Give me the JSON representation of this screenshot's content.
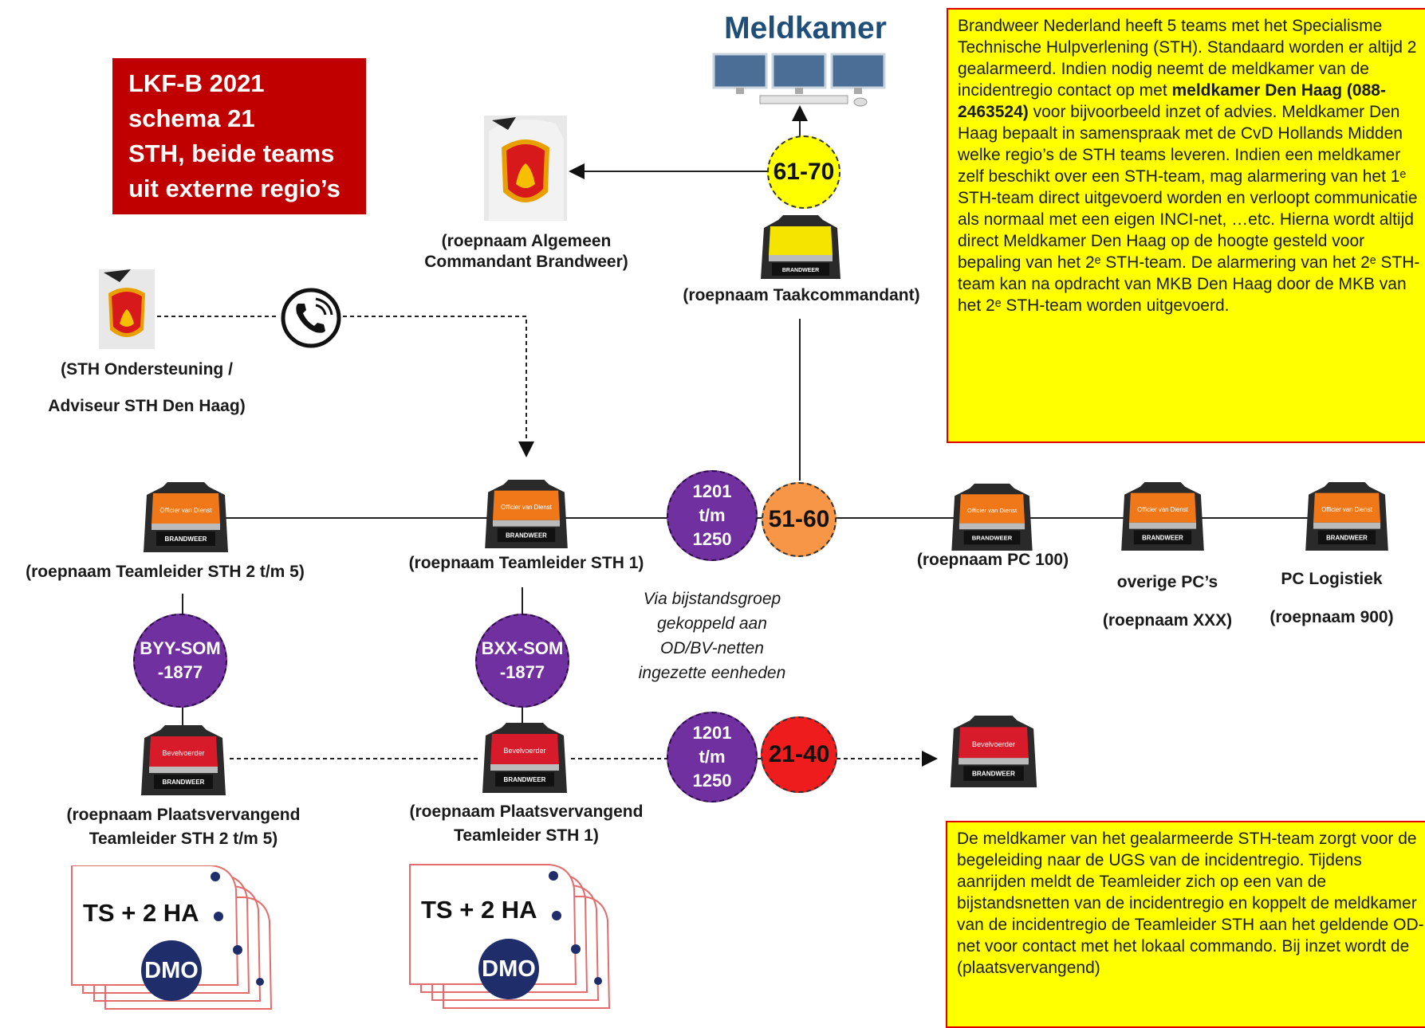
{
  "title_box": {
    "lines": [
      "LKF-B 2021",
      "schema 21",
      "STH, beide teams",
      "uit externe regio’s"
    ]
  },
  "meldkamer": {
    "title": "Meldkamer"
  },
  "nodes": {
    "algemeen_commandant": {
      "label_lines": [
        "(roepnaam Algemeen",
        "Commandant Brandweer)"
      ]
    },
    "sth_ondersteuning": {
      "label_lines": [
        "(STH Ondersteuning /",
        "Adviseur STH Den Haag)"
      ]
    },
    "taakcommandant": {
      "label": "(roepnaam Taakcommandant)"
    },
    "teamleider_2_5": {
      "label": "(roepnaam Teamleider STH 2 t/m 5)"
    },
    "teamleider_1": {
      "label": "(roepnaam Teamleider STH 1)"
    },
    "pc_100": {
      "label": "(roepnaam PC 100)"
    },
    "overige_pc": {
      "label_lines": [
        "overige PC’s",
        "(roepnaam XXX)"
      ]
    },
    "pc_logistiek": {
      "label_lines": [
        "PC Logistiek",
        "(roepnaam 900)"
      ]
    },
    "plv_teamleider_2_5": {
      "label_lines": [
        "(roepnaam Plaatsvervangend",
        "Teamleider STH 2 t/m 5)"
      ]
    },
    "plv_teamleider_1": {
      "label_lines": [
        "(roepnaam Plaatsvervangend",
        "Teamleider STH 1)"
      ]
    }
  },
  "vest_texts": {
    "officier": "Officier van Dienst",
    "brandweer": "BRANDWEER",
    "bevelvoerder": "Bevelvoerder"
  },
  "badges": {
    "b_61_70": "61-70",
    "b_51_60": "51-60",
    "b_21_40": "21-40",
    "b_1201_top": [
      "1201",
      "t/m",
      "1250"
    ],
    "b_1201_bottom": [
      "1201",
      "t/m",
      "1250"
    ],
    "b_byy": [
      "BYY-SOM",
      "-1877"
    ],
    "b_bxx": [
      "BXX-SOM",
      "-1877"
    ]
  },
  "italic_note": [
    "Via bijstandsgroep",
    "gekoppeld aan",
    "OD/BV-netten",
    "ingezette eenheden"
  ],
  "vehicles": {
    "ts_label": "TS + 2 HA",
    "dmo_label": "DMO"
  },
  "note_top": {
    "part1": "Brandweer Nederland heeft 5 teams met het Specialisme Technische Hulpverlening (STH). Standaard worden er altijd 2 gealarmeerd. Indien nodig neemt de meldkamer van de incidentregio contact op met ",
    "bold": "meldkamer Den Haag (088-2463524)",
    "part2": " voor bijvoorbeeld inzet of advies. Meldkamer Den Haag bepaalt in samenspraak met de CvD Hollands Midden welke regio’s de STH teams leveren. Indien een meldkamer zelf beschikt over een STH-team, mag alarmering van het 1ᵉ STH-team direct uitgevoerd worden en verloopt communicatie als normaal met een eigen INCI-net, …etc. Hierna wordt altijd  direct Meldkamer Den Haag op de hoogte gesteld voor bepaling van het 2ᵉ STH-team. De alarmering van het 2ᵉ STH-team kan na opdracht van MKB Den Haag door de MKB van het 2ᵉ STH-team worden uitgevoerd."
  },
  "note_bottom": {
    "text": "De meldkamer van het gealarmeerde STH-team zorgt voor de begeleiding naar de UGS van de incidentregio. Tijdens aanrijden meldt de Teamleider zich op een van de bijstandsnetten van de incidentregio en koppelt de meldkamer van de incidentregio de Teamleider STH aan het geldende OD-net voor contact met het lokaal commando. Bij inzet wordt de (plaatsvervangend)"
  },
  "colors": {
    "red": "#c00000",
    "yellow_note": "#ffff00",
    "purple": "#7030a0",
    "orange": "#f79646",
    "navy": "#1f4e79"
  }
}
